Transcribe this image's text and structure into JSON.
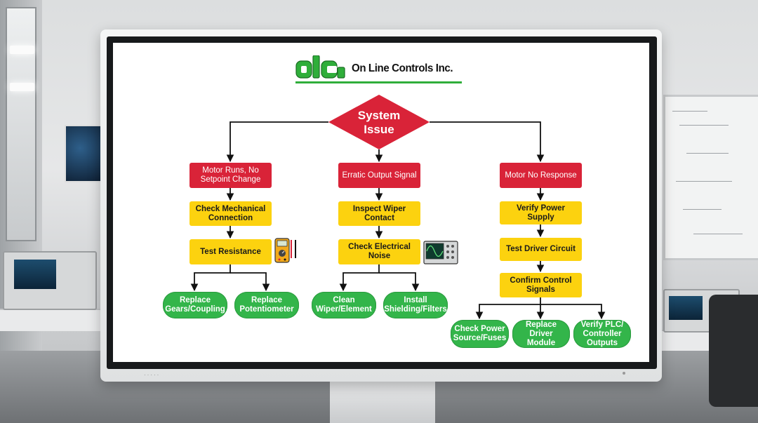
{
  "logo": {
    "mark": "olc",
    "company": "On Line Controls Inc."
  },
  "flowchart": {
    "root": {
      "line1": "System",
      "line2": "Issue"
    },
    "left": {
      "symptom": [
        "Motor Runs, No",
        "Setpoint Change"
      ],
      "step1": [
        "Check Mechanical",
        "Connection"
      ],
      "step2": "Test Resistance",
      "outcome_a": [
        "Replace",
        "Gears/Coupling"
      ],
      "outcome_b": [
        "Replace",
        "Potentiometer"
      ]
    },
    "middle": {
      "symptom": "Erratic Output Signal",
      "step1": [
        "Inspect Wiper",
        "Contact"
      ],
      "step2": [
        "Check Electrical",
        "Noise"
      ],
      "outcome_a": [
        "Clean",
        "Wiper/Element"
      ],
      "outcome_b": [
        "Install",
        "Shielding/Filters"
      ]
    },
    "right": {
      "symptom": "Motor No Response",
      "step1": "Verify Power Supply",
      "step2": "Test Driver Circuit",
      "step3": [
        "Confirm Control",
        "Signals"
      ],
      "outcome_a": [
        "Check Power",
        "Source/Fuses"
      ],
      "outcome_b": [
        "Replace",
        "Driver Module"
      ],
      "outcome_c": [
        "Verify PLC/",
        "Controller",
        "Outputs"
      ]
    }
  },
  "icons": [
    "multimeter-icon",
    "oscilloscope-icon"
  ],
  "colors": {
    "symptom": "#d92338",
    "step": "#fcd20f",
    "outcome": "#33b54a",
    "logo_green": "#2fae3a"
  }
}
